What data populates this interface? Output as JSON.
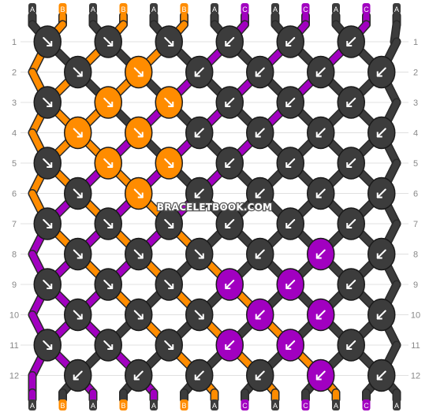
{
  "colors": {
    "A": "#3c3c3c",
    "B": "#ff8c00",
    "C": "#a100c0",
    "row_label_color": "#888888",
    "arrow_color": "#ffffff",
    "outline_color": "#1a1a1a"
  },
  "strands_top": [
    "A",
    "B",
    "A",
    "B",
    "A",
    "B",
    "A",
    "C",
    "A",
    "C",
    "A",
    "C",
    "A"
  ],
  "strands_bottom": [
    "A",
    "B",
    "A",
    "B",
    "A",
    "B",
    "A",
    "C",
    "A",
    "C",
    "A",
    "C",
    "A"
  ],
  "row_labels": [
    "1",
    "2",
    "3",
    "4",
    "5",
    "6",
    "7",
    "8",
    "9",
    "10",
    "11",
    "12"
  ],
  "knot_rows": [
    [
      {
        "color": "A",
        "dir": "r"
      },
      {
        "color": "A",
        "dir": "r"
      },
      {
        "color": "A",
        "dir": "r"
      },
      {
        "color": "A",
        "dir": "l"
      },
      {
        "color": "A",
        "dir": "l"
      },
      {
        "color": "A",
        "dir": "l"
      }
    ],
    [
      {
        "color": "A",
        "dir": "r"
      },
      {
        "color": "B",
        "dir": "r"
      },
      {
        "color": "A",
        "dir": "l"
      },
      {
        "color": "A",
        "dir": "l"
      },
      {
        "color": "A",
        "dir": "l"
      },
      {
        "color": "A",
        "dir": "l"
      }
    ],
    [
      {
        "color": "A",
        "dir": "r"
      },
      {
        "color": "B",
        "dir": "r"
      },
      {
        "color": "B",
        "dir": "r"
      },
      {
        "color": "A",
        "dir": "l"
      },
      {
        "color": "A",
        "dir": "l"
      },
      {
        "color": "A",
        "dir": "l"
      }
    ],
    [
      {
        "color": "B",
        "dir": "r"
      },
      {
        "color": "B",
        "dir": "r"
      },
      {
        "color": "A",
        "dir": "l"
      },
      {
        "color": "A",
        "dir": "l"
      },
      {
        "color": "A",
        "dir": "l"
      },
      {
        "color": "A",
        "dir": "l"
      }
    ],
    [
      {
        "color": "A",
        "dir": "r"
      },
      {
        "color": "B",
        "dir": "r"
      },
      {
        "color": "B",
        "dir": "r"
      },
      {
        "color": "A",
        "dir": "l"
      },
      {
        "color": "A",
        "dir": "l"
      },
      {
        "color": "A",
        "dir": "l"
      }
    ],
    [
      {
        "color": "A",
        "dir": "r"
      },
      {
        "color": "B",
        "dir": "r"
      },
      {
        "color": "A",
        "dir": "l"
      },
      {
        "color": "A",
        "dir": "l"
      },
      {
        "color": "A",
        "dir": "l"
      },
      {
        "color": "A",
        "dir": "l"
      }
    ],
    [
      {
        "color": "A",
        "dir": "r"
      },
      {
        "color": "A",
        "dir": "r"
      },
      {
        "color": "A",
        "dir": "r"
      },
      {
        "color": "A",
        "dir": "l"
      },
      {
        "color": "A",
        "dir": "l"
      },
      {
        "color": "A",
        "dir": "l"
      }
    ],
    [
      {
        "color": "A",
        "dir": "r"
      },
      {
        "color": "A",
        "dir": "r"
      },
      {
        "color": "A",
        "dir": "r"
      },
      {
        "color": "A",
        "dir": "l"
      },
      {
        "color": "C",
        "dir": "l"
      },
      {
        "color": "A",
        "dir": "l"
      }
    ],
    [
      {
        "color": "A",
        "dir": "r"
      },
      {
        "color": "A",
        "dir": "r"
      },
      {
        "color": "A",
        "dir": "r"
      },
      {
        "color": "C",
        "dir": "l"
      },
      {
        "color": "C",
        "dir": "l"
      },
      {
        "color": "A",
        "dir": "l"
      }
    ],
    [
      {
        "color": "A",
        "dir": "r"
      },
      {
        "color": "A",
        "dir": "r"
      },
      {
        "color": "A",
        "dir": "r"
      },
      {
        "color": "C",
        "dir": "l"
      },
      {
        "color": "C",
        "dir": "l"
      },
      {
        "color": "A",
        "dir": "l"
      }
    ],
    [
      {
        "color": "A",
        "dir": "r"
      },
      {
        "color": "A",
        "dir": "r"
      },
      {
        "color": "A",
        "dir": "r"
      },
      {
        "color": "C",
        "dir": "l"
      },
      {
        "color": "C",
        "dir": "l"
      },
      {
        "color": "A",
        "dir": "l"
      }
    ],
    [
      {
        "color": "A",
        "dir": "l"
      },
      {
        "color": "A",
        "dir": "l"
      },
      {
        "color": "A",
        "dir": "l"
      },
      {
        "color": "A",
        "dir": "l"
      },
      {
        "color": "C",
        "dir": "l"
      },
      {
        "color": "A",
        "dir": "l"
      }
    ]
  ],
  "watermark": "BRACELETBOOK.COM"
}
